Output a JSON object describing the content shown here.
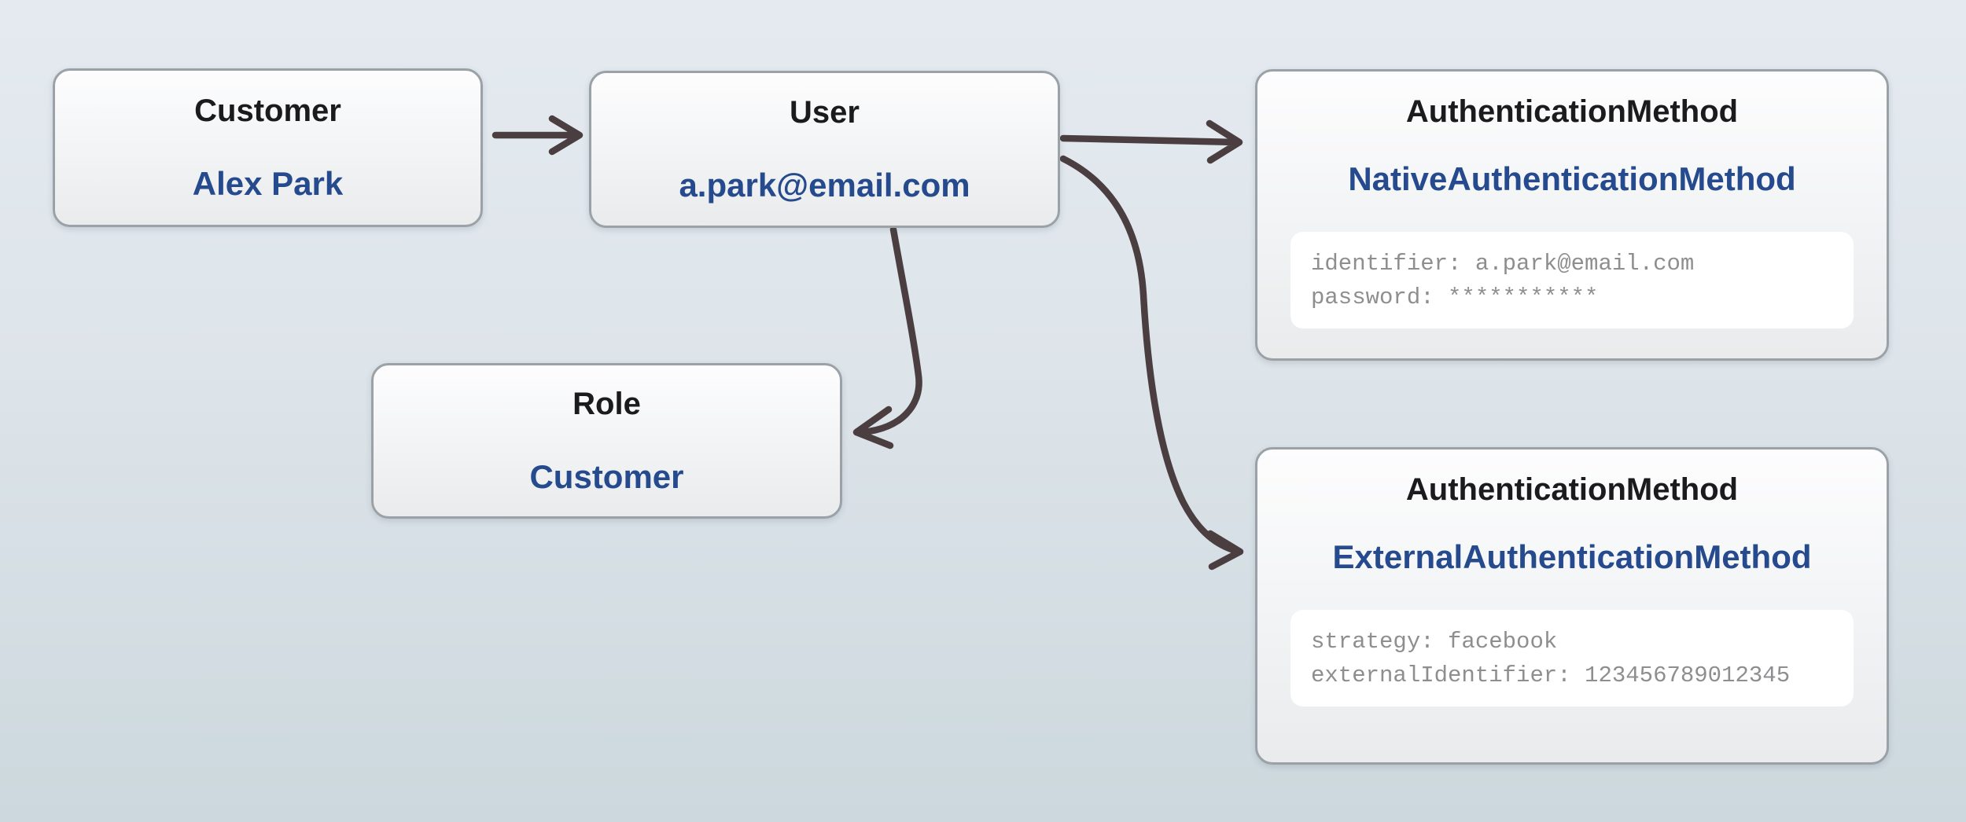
{
  "diagram_type": "entity-relationship",
  "colors": {
    "background_top": "#e4eaf0",
    "background_bottom": "#ccd8dd",
    "node_border": "#9aa1a7",
    "node_fill_top": "#fdfdfe",
    "node_fill_bottom": "#e9ebec",
    "title_text": "#1b1b1d",
    "value_text": "#254a8d",
    "attribute_text": "#8e8e90",
    "attribute_panel": "#ffffff",
    "arrow": "#4a3e40"
  },
  "nodes": {
    "customer": {
      "title": "Customer",
      "value": "Alex Park"
    },
    "user": {
      "title": "User",
      "value": "a.park@email.com"
    },
    "role": {
      "title": "Role",
      "value": "Customer"
    },
    "auth_native": {
      "title": "AuthenticationMethod",
      "value": "NativeAuthenticationMethod",
      "lines": [
        "identifier: a.park@email.com",
        "password: ***********"
      ]
    },
    "auth_external": {
      "title": "AuthenticationMethod",
      "value": "ExternalAuthenticationMethod",
      "lines": [
        "strategy: facebook",
        "externalIdentifier: 123456789012345"
      ]
    }
  },
  "edges": [
    {
      "from": "customer",
      "to": "user"
    },
    {
      "from": "user",
      "to": "auth_native"
    },
    {
      "from": "user",
      "to": "role"
    },
    {
      "from": "user",
      "to": "auth_external"
    }
  ]
}
